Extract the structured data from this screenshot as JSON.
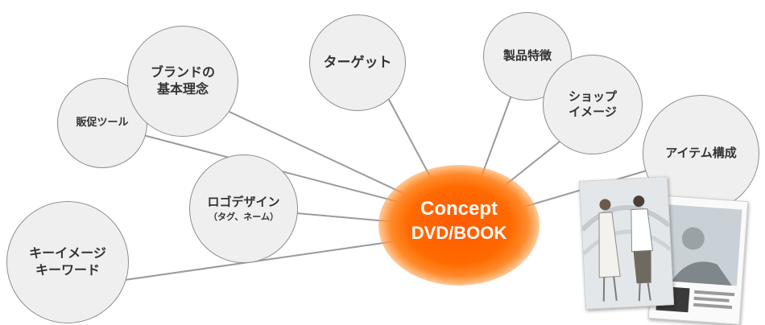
{
  "center": {
    "line1": "Concept",
    "line2": "DVD/BOOK"
  },
  "nodes": [
    {
      "id": "hansoku",
      "lines": [
        "販促ツール"
      ]
    },
    {
      "id": "brand",
      "lines": [
        "ブランドの",
        "基本理念"
      ]
    },
    {
      "id": "target",
      "lines": [
        "ターゲット"
      ]
    },
    {
      "id": "seihin",
      "lines": [
        "製品特徴"
      ]
    },
    {
      "id": "shop",
      "lines": [
        "ショップ",
        "イメージ"
      ]
    },
    {
      "id": "item",
      "lines": [
        "アイテム構成"
      ]
    },
    {
      "id": "logo",
      "lines": [
        "ロゴデザイン"
      ],
      "sub": "（タグ、ネーム）"
    },
    {
      "id": "keyimage",
      "lines": [
        "キーイメージ",
        "キーワード"
      ]
    }
  ],
  "colors": {
    "bubble_fill": "#efefef",
    "bubble_stroke": "#8e8e8e",
    "connector": "#9a9a9a",
    "center_glow": "#ff6a00",
    "text": "#333333"
  }
}
